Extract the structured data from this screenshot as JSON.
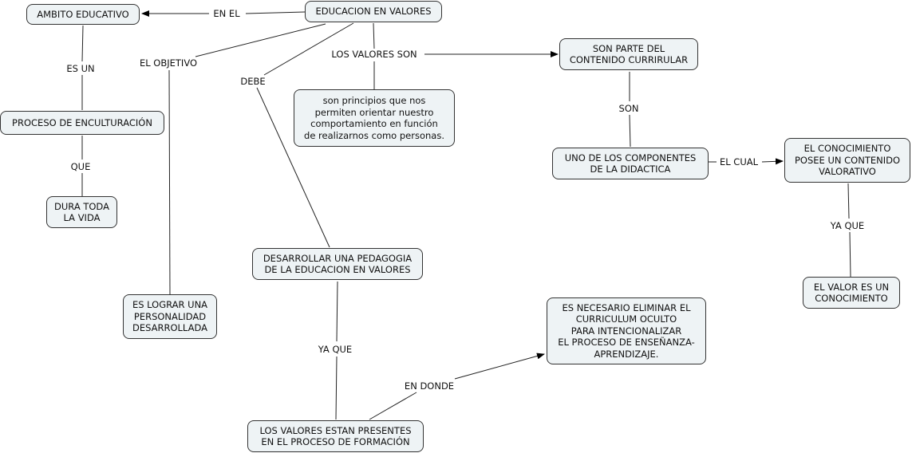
{
  "map": {
    "nodes": {
      "educacion_valores": "EDUCACION EN VALORES",
      "ambito_educativo": "AMBITO EDUCATIVO",
      "proceso_enculturacion": "PROCESO DE ENCULTURACIÓN",
      "dura_toda_vida": "DURA TODA\nLA VIDA",
      "es_lograr": "ES LOGRAR UNA\nPERSONALIDAD\nDESARROLLADA",
      "desarrollar_pedagogia": "DESARROLLAR UNA PEDAGOGIA\nDE LA EDUCACION EN VALORES",
      "valores_presentes": "LOS VALORES ESTAN PRESENTES\nEN EL PROCESO DE FORMACIÓN",
      "eliminar_curriculum": "ES NECESARIO ELIMINAR EL\nCURRICULUM OCULTO\nPARA INTENCIONALIZAR\nEL PROCESO DE ENSEÑANZA-\nAPRENDIZAJE.",
      "principios": "son principios que nos\npermiten orientar nuestro\ncomportamiento en función\nde realizarnos como personas.",
      "parte_contenido": "SON PARTE DEL\nCONTENIDO CURRIRULAR",
      "componentes_didactica": "UNO DE LOS COMPONENTES\nDE LA DIDACTICA",
      "conocimiento_valorativo": "EL CONOCIMIENTO\nPOSEE UN CONTENIDO\nVALORATIVO",
      "valor_conocimiento": "EL VALOR ES UN\nCONOCIMIENTO"
    },
    "links": {
      "en_el": "EN EL",
      "es_un": "ES UN",
      "que": "QUE",
      "el_objetivo": "EL OBJETIVO",
      "debe": "DEBE",
      "ya_que_1": "YA QUE",
      "en_donde": "EN DONDE",
      "los_valores_son": "LOS VALORES SON",
      "son": "SON",
      "el_cual": "EL CUAL",
      "ya_que_2": "YA QUE"
    }
  }
}
